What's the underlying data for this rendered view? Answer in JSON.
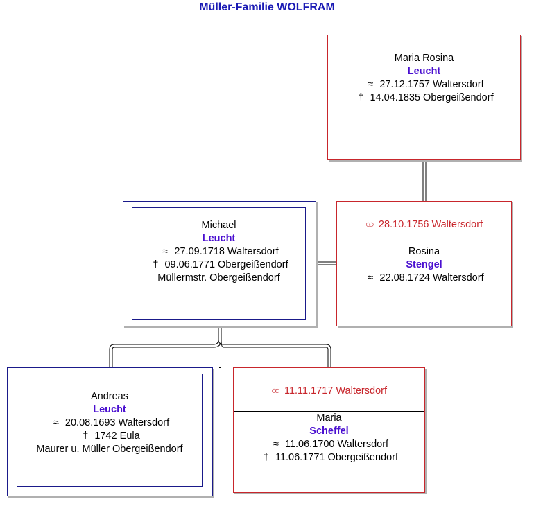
{
  "title": "Müller-Familie WOLFRAM",
  "persons": {
    "maria_rosina": {
      "given": "Maria Rosina",
      "surname": "Leucht",
      "baptism": "27.12.1757 Waltersdorf",
      "death": "14.04.1835 Obergeißendorf"
    },
    "michael": {
      "given": "Michael",
      "surname": "Leucht",
      "baptism": "27.09.1718 Waltersdorf",
      "death": "09.06.1771 Obergeißendorf",
      "occupation": "Müllermstr. Obergeißendorf"
    },
    "rosina": {
      "marriage": "28.10.1756 Waltersdorf",
      "given": "Rosina",
      "surname": "Stengel",
      "baptism": "22.08.1724 Waltersdorf"
    },
    "andreas": {
      "given": "Andreas",
      "surname": "Leucht",
      "baptism": "20.08.1693 Waltersdorf",
      "death": "1742 Eula",
      "occupation": "Maurer u. Müller Obergeißendorf"
    },
    "maria_scheffel": {
      "marriage": "11.11.1717 Waltersdorf",
      "given": "Maria",
      "surname": "Scheffel",
      "baptism": "11.06.1700 Waltersdorf",
      "death": "11.06.1771 Obergeißendorf"
    }
  },
  "symbols": {
    "baptism": "≈",
    "death": "†",
    "marriage": "oo"
  },
  "colors": {
    "title": "#1a1ab4",
    "surname": "#4a0fd0",
    "marriage": "#c8262c",
    "male_border": "#1a1a8a",
    "female_border": "#c8262c"
  }
}
